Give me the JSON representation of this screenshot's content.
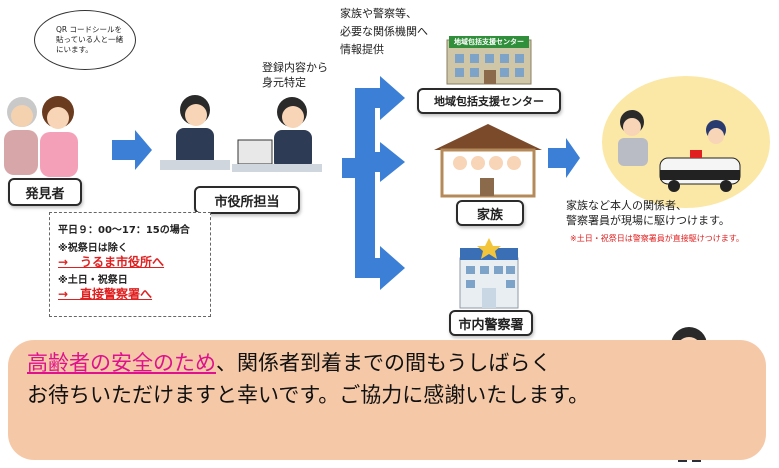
{
  "speech_bubble": "QR コードシールを貼っている人と一緒にいます。",
  "discoverer_label": "発見者",
  "city_office_label": "市役所担当",
  "registration_note": [
    "登録内容から",
    "身元特定"
  ],
  "info_provision_note": [
    "家族や警察等、",
    "必要な関係機関へ",
    "情報提供"
  ],
  "hours": {
    "title": "平日９：00～17：15の場合",
    "line1": "※祝祭日は除く",
    "link1": "→　うるま市役所へ",
    "line2": "※土日・祝祭日",
    "link2": "→　直接警察署へ"
  },
  "destinations": {
    "support_center_sign": "地域包括支援センター",
    "support_center_label": "地域包括支援センター",
    "family_label": "家族",
    "police_label": "市内警察署"
  },
  "rush_note": [
    "家族など本人の関係者、",
    "警察署員が現場に駆けつけます。"
  ],
  "weekend_note": "※土日・祝祭日は警察署員が直接駆けつけます。",
  "bottom": {
    "highlight": "高齢者の安全のため",
    "line1_rest": "、関係者到着までの間もうしばらく",
    "line2": "お待ちいただけますと幸いです。ご協力に感謝いたします。"
  },
  "colors": {
    "arrow_blue": "#3b7fd6",
    "banner_bg": "#f5c9a8",
    "highlight_pink": "#e0118c",
    "warn_red": "#e02020"
  }
}
